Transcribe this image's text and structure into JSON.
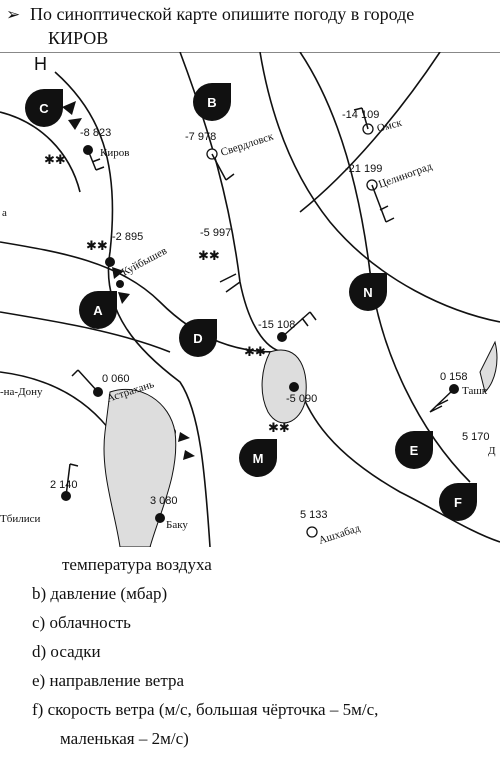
{
  "task": {
    "line1": "По синоптической карте опишите погоду в городе",
    "line2": "КИРОВ"
  },
  "map": {
    "cities": {
      "kirov": "Киров",
      "sverdlovsk": "Свердловск",
      "omsk": "Омск",
      "celinograd": "Целиноград",
      "kuybyshev": "Куйбышев",
      "rostov": "-на-Дону",
      "astrakhan": "Астрахань",
      "tashkent": "Ташк",
      "tbilisi": "Тбилиси",
      "baku": "Баку",
      "ashkhabad": "Ашхабад",
      "a_edge": "а",
      "d_edge": "Д"
    },
    "readings": {
      "kirov": "-8 823",
      "sverdlovsk": "-7 978",
      "omsk": "-14 109",
      "celinograd": "-21 199",
      "kuybyshev": "-2 895",
      "kuybyshev_east": "-5 997",
      "center": "-15 108",
      "center_south": "-5 090",
      "rostov": "0 060",
      "tashkent": "0 158",
      "tashkent_south": "5 170",
      "tbilisi": "2 140",
      "baku": "3 080",
      "ashkhabad": "5 133"
    },
    "pressure_mark": "Н",
    "badges": [
      "C",
      "B",
      "A",
      "D",
      "N",
      "M",
      "E",
      "F"
    ]
  },
  "items": {
    "a": "температура воздуха",
    "b": "b) давление (мбар)",
    "c": "c) облачность",
    "d": "d) осадки",
    "e": "e) направление ветра",
    "f1": "f) скорость ветра (м/с, большая чёрточка – 5м/с,",
    "f2": "маленькая – 2м/с)"
  }
}
